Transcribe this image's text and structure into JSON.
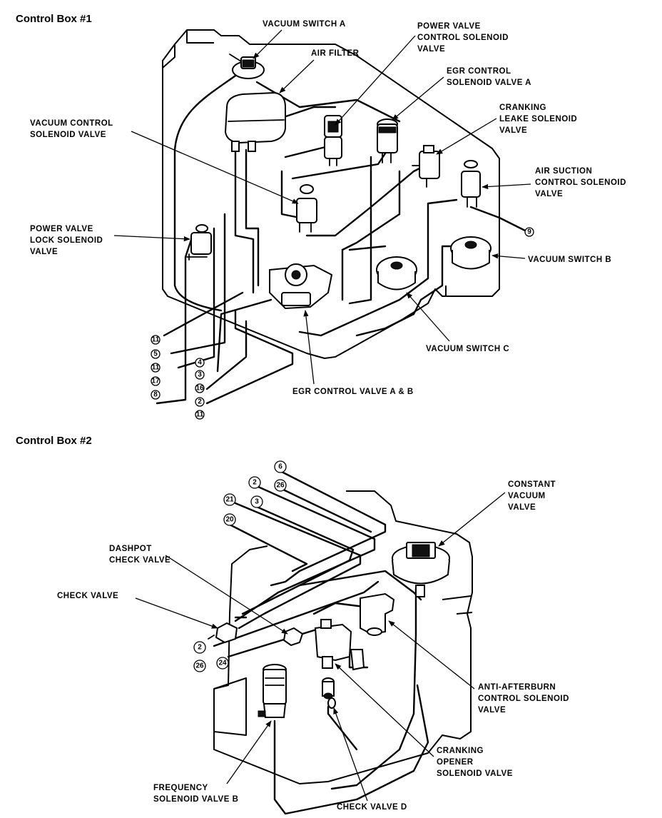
{
  "sections": {
    "box1_title": "Control Box #1",
    "box2_title": "Control Box #2"
  },
  "box1": {
    "labels": {
      "vacuum_switch_a": [
        "VACUUM SWITCH A"
      ],
      "air_filter": [
        "AIR FILTER"
      ],
      "power_valve_control": [
        "POWER VALVE",
        "CONTROL SOLENOID",
        "VALVE"
      ],
      "egr_control_solenoid_a": [
        "EGR CONTROL",
        "SOLENOID VALVE A"
      ],
      "cranking_leak": [
        "CRANKING",
        "LEAKE SOLENOID",
        "VALVE"
      ],
      "vacuum_control": [
        "VACUUM CONTROL",
        "SOLENOID VALVE"
      ],
      "air_suction": [
        "AIR SUCTION",
        "CONTROL SOLENOID",
        "VALVE"
      ],
      "power_valve_lock": [
        "POWER VALVE",
        "LOCK SOLENOID",
        "VALVE"
      ],
      "vacuum_switch_b": [
        "VACUUM SWITCH B"
      ],
      "vacuum_switch_c": [
        "VACUUM SWITCH C"
      ],
      "egr_control_valve": [
        "EGR CONTROL VALVE A & B"
      ]
    },
    "hose_numbers": [
      "11",
      "5",
      "11",
      "17",
      "8",
      "4",
      "3",
      "16",
      "2",
      "11",
      "9"
    ]
  },
  "box2": {
    "labels": {
      "dashpot_check": [
        "DASHPOT",
        "CHECK VALVE"
      ],
      "check_valve": [
        "CHECK VALVE"
      ],
      "constant_vacuum": [
        "CONSTANT",
        "VACUUM",
        "VALVE"
      ],
      "anti_afterburn": [
        "ANTI-AFTERBURN",
        "CONTROL SOLENOID",
        "VALVE"
      ],
      "cranking_opener": [
        "CRANKING",
        "OPENER",
        "SOLENOID VALVE"
      ],
      "frequency_solenoid": [
        "FREQUENCY",
        "SOLENOID VALVE B"
      ],
      "check_valve_d": [
        "CHECK VALVE D"
      ]
    },
    "hose_numbers": [
      "6",
      "2",
      "26",
      "21",
      "3",
      "20",
      "2",
      "26",
      "24"
    ]
  }
}
